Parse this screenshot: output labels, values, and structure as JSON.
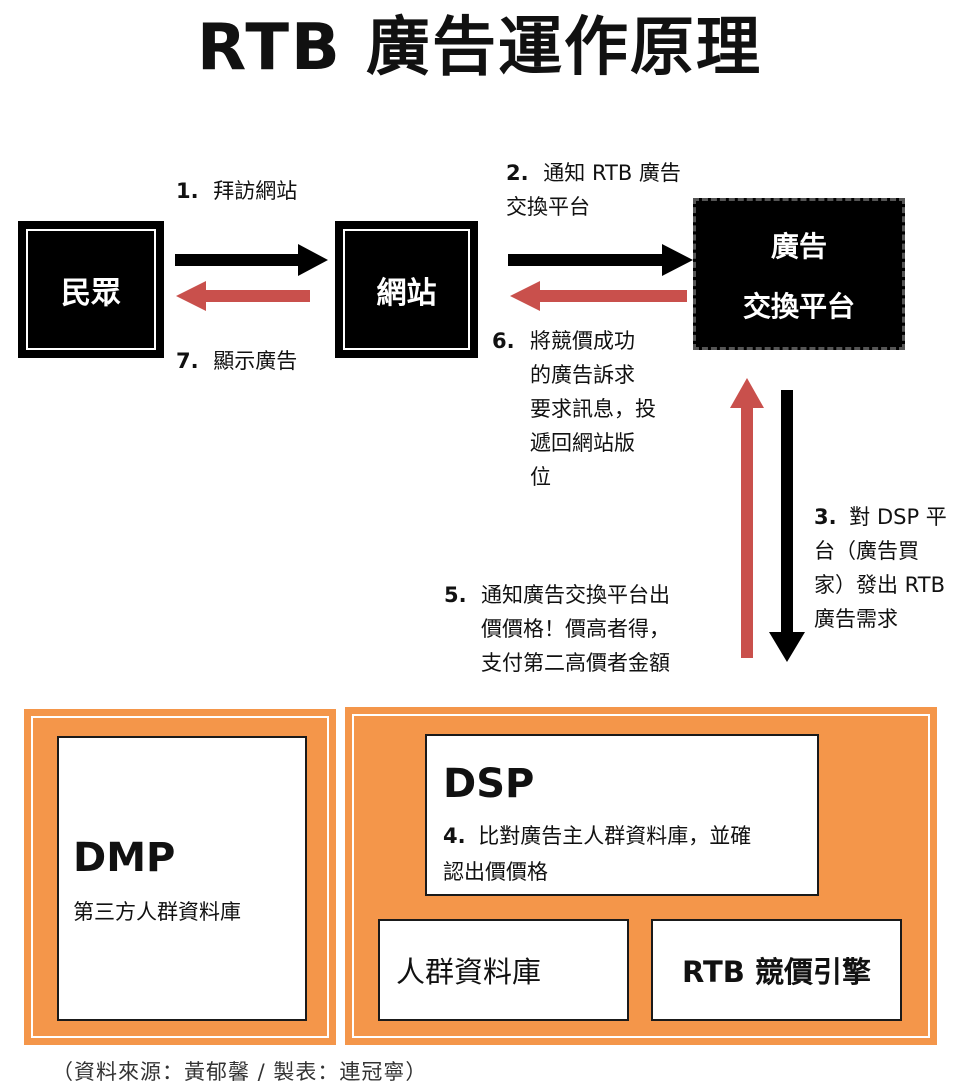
{
  "title": "RTB 廣告運作原理",
  "nodes": {
    "public": "民眾",
    "website": "網站",
    "exchange_line1": "廣告",
    "exchange_line2": "交換平台"
  },
  "steps": {
    "s1_num": "1.",
    "s1_text": "拜訪網站",
    "s2_num": "2.",
    "s2_line1": "通知 RTB 廣告",
    "s2_line2": "交換平台",
    "s3_num": "3.",
    "s3_line1": "對 DSP 平",
    "s3_line2": "台（廣告買",
    "s3_line3": "家）發出 RTB",
    "s3_line4": "廣告需求",
    "s5_num": "5.",
    "s5_line1": "通知廣告交換平台出",
    "s5_line2": "價價格！價高者得，",
    "s5_line3": "支付第二高價者金額",
    "s6_num": "6.",
    "s6_line1": "將競價成功",
    "s6_line2": "的廣告訴求",
    "s6_line3": "要求訊息，投",
    "s6_line4": "遞回網站版",
    "s6_line5": "位",
    "s7_num": "7.",
    "s7_text": "顯示廣告"
  },
  "dmp": {
    "title": "DMP",
    "subtitle": "第三方人群資料庫"
  },
  "dsp": {
    "title": "DSP",
    "step_num": "4.",
    "line1": "比對廣告主人群資料庫，並確",
    "line2": "認出價價格",
    "audience_db": "人群資料庫",
    "rtb_engine": "RTB 競價引擎"
  },
  "source": "（資料來源：黃郁馨 / 製表：連冠寧）",
  "colors": {
    "black_arrow": "#000000",
    "red_arrow": "#c9504c",
    "orange": "#f4964a"
  }
}
